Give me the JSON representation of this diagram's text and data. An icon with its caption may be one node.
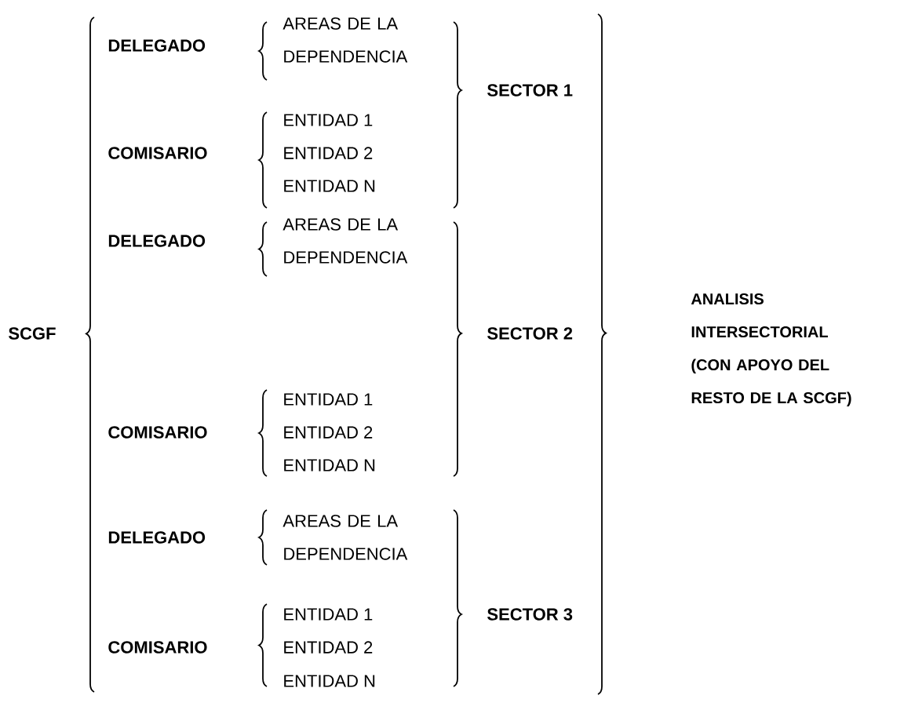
{
  "diagram": {
    "labels": [
      "SCGF",
      "DELEGADO",
      "AREAS DE LA DEPENDENCIA",
      "COMISARIO",
      "ENTIDAD 1",
      "ENTIDAD 2",
      "ENTIDAD N",
      "SECTOR 1",
      "DELEGADO",
      "AREAS DE LA DEPENDENCIA",
      "COMISARIO",
      "ENTIDAD 1",
      "ENTIDAD 2",
      "ENTIDAD N",
      "SECTOR 2",
      "DELEGADO",
      "AREAS DE LA DEPENDENCIA",
      "COMISARIO",
      "ENTIDAD 1",
      "ENTIDAD 2",
      "ENTIDAD N",
      "SECTOR 3",
      "ANALISIS INTERSECTORIAL (CON APOYO DEL RESTO DE LA SCGF)"
    ]
  }
}
